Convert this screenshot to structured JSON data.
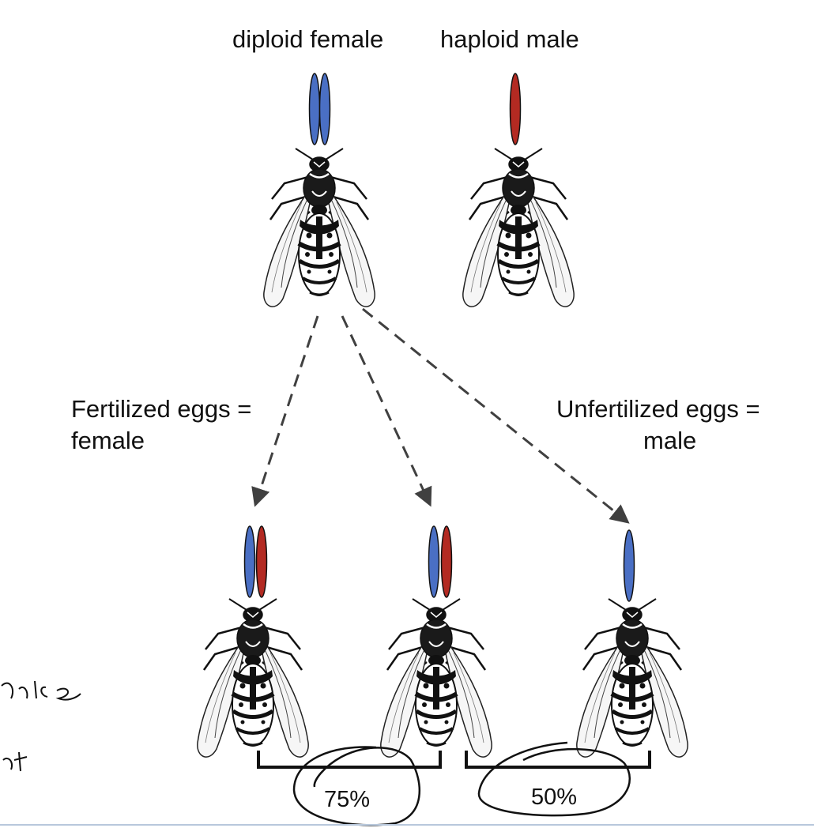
{
  "labels": {
    "diploid_female": "diploid female",
    "haploid_male": "haploid male",
    "fertilized_line1": "Fertilized eggs =",
    "fertilized_line2": "female",
    "unfertilized_line1": "Unfertilized eggs =",
    "unfertilized_line2": "male"
  },
  "relatedness": {
    "sisters": "75%",
    "sister_brother": "50%"
  },
  "handwriting": {
    "fragment_1": "aise",
    "fragment_2": "rt"
  },
  "colors": {
    "maternal_chromosome": "#4a6fc4",
    "paternal_chromosome": "#b32a22",
    "arrow": "#404040",
    "ink": "#111111"
  }
}
